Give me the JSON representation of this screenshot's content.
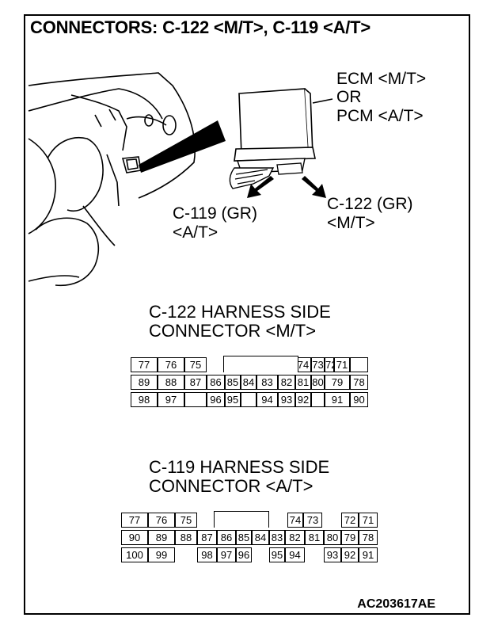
{
  "title": "CONNECTORS: C-122 <M/T>, C-119 <A/T>",
  "labels": {
    "ecm_line1": "ECM <M/T>",
    "ecm_line2": "OR",
    "ecm_line3": "PCM <A/T>",
    "c119_line1": "C-119 (GR)",
    "c119_line2": "<A/T>",
    "c122_line1": "C-122 (GR)",
    "c122_line2": "<M/T>"
  },
  "c122": {
    "header_line1": "C-122 HARNESS SIDE",
    "header_line2": "CONNECTOR <M/T>",
    "rows": [
      [
        "77",
        "76",
        "75",
        "",
        "",
        "",
        "",
        "",
        "",
        "74",
        "73",
        "72",
        "71"
      ],
      [
        "89",
        "88",
        "87",
        "86",
        "85",
        "84",
        "83",
        "82",
        "81",
        "80",
        "79",
        "78"
      ],
      [
        "98",
        "97",
        "",
        "96",
        "95",
        "",
        "94",
        "93",
        "92",
        "",
        "91",
        "90"
      ]
    ]
  },
  "c119": {
    "header_line1": "C-119 HARNESS SIDE",
    "header_line2": "CONNECTOR <A/T>",
    "rows": [
      [
        "77",
        "76",
        "75",
        "74",
        "73",
        "72",
        "71"
      ],
      [
        "90",
        "89",
        "88",
        "87",
        "86",
        "85",
        "84",
        "83",
        "82",
        "81",
        "80",
        "79",
        "78"
      ],
      [
        "100",
        "99",
        "98",
        "97",
        "96",
        "95",
        "94",
        "93",
        "92",
        "91"
      ]
    ]
  },
  "figure_code": "AC203617AE"
}
